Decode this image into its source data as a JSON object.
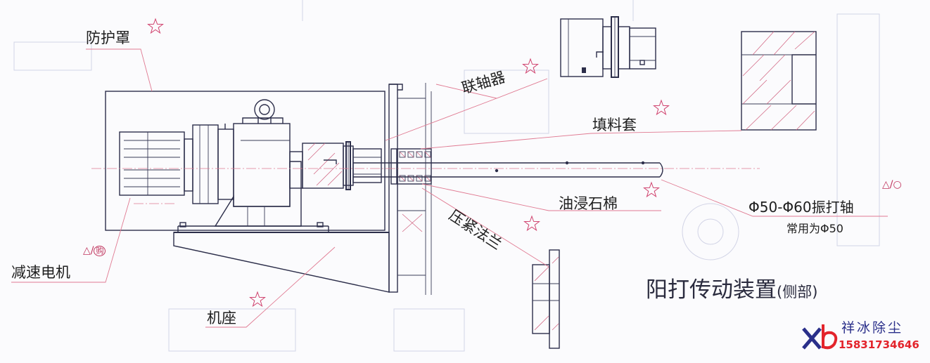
{
  "labels": {
    "guard": "防护罩",
    "coupling": "联轴器",
    "packing_sleeve": "填料套",
    "oil_asbestos": "油浸石棉",
    "gland_flange": "压紧法兰",
    "shaft": "Φ50-Φ60振打轴",
    "shaft_note": "常用为Φ50",
    "motor": "减速电机",
    "motor_mark": "△/",
    "purchase_mark": "购",
    "base": "机座",
    "shaft_mark": "△/○",
    "title": "阳打传动装置",
    "title_sub": "(侧部)"
  },
  "logo": {
    "company": "祥冰除尘",
    "phone": "15831734646",
    "mark": "xb"
  },
  "colors": {
    "line": "#2c2e4a",
    "leader": "#e07a92",
    "star": "#d0426e",
    "logo_blue": "#2a2f8a",
    "logo_red": "#e3242b"
  }
}
